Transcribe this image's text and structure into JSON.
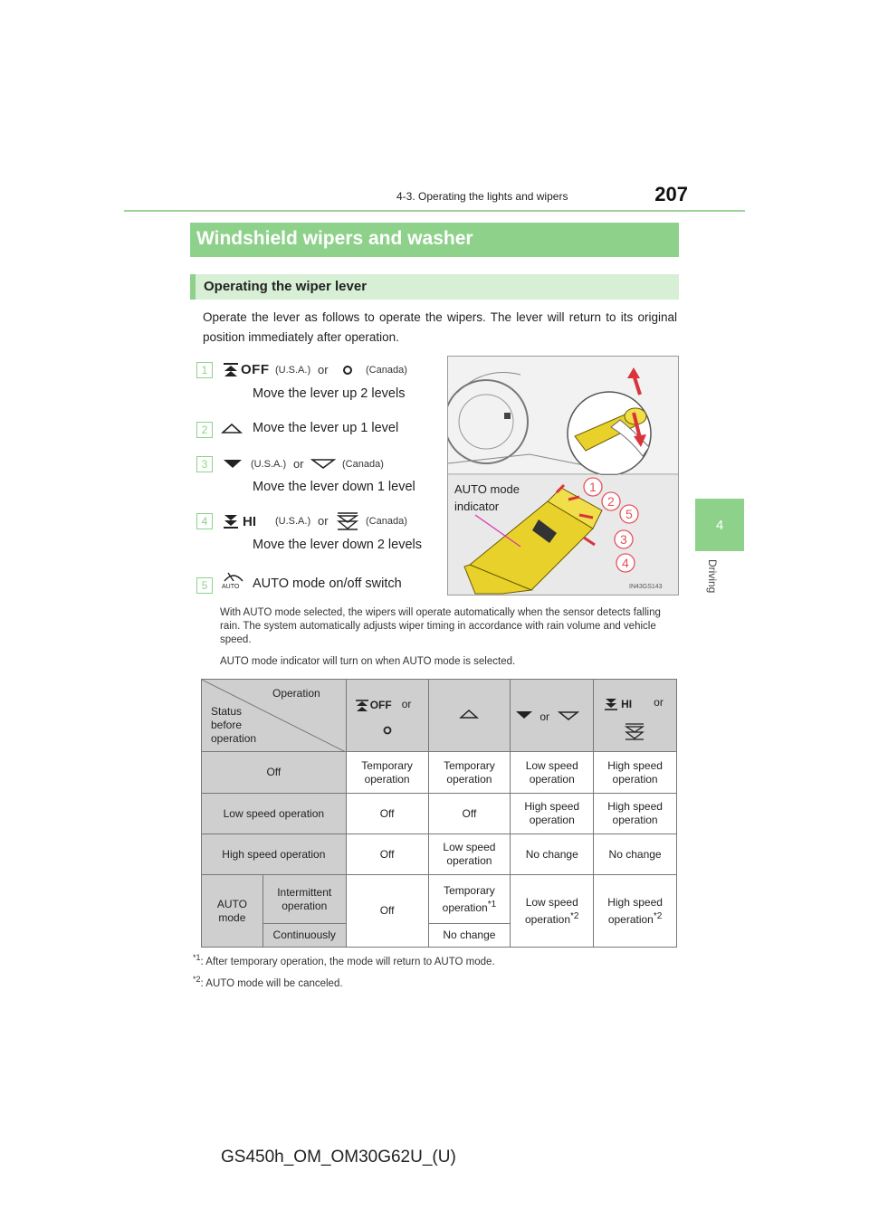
{
  "header": {
    "section": "4-3. Operating the lights and wipers",
    "page_number": "207"
  },
  "side_tab": {
    "number": "4",
    "label": "Driving"
  },
  "title": "Windshield wipers and washer",
  "subtitle": "Operating the wiper lever",
  "intro": "Operate the lever as follows to operate the wipers. The lever will return to its original position immediately after operation.",
  "items": [
    {
      "num": "1",
      "usa_label": "OFF",
      "usa": "(U.S.A.)",
      "or": "or",
      "canada": "(Canada)",
      "text": "Move the lever up 2 levels"
    },
    {
      "num": "2",
      "text": "Move the lever up 1 level"
    },
    {
      "num": "3",
      "usa": "(U.S.A.)",
      "or": "or",
      "canada": "(Canada)",
      "text": "Move the lever down 1 level"
    },
    {
      "num": "4",
      "usa_label": "HI",
      "usa": "(U.S.A.)",
      "or": "or",
      "canada": "(Canada)",
      "text": "Move the lever down 2 levels"
    },
    {
      "num": "5",
      "icon_label": "AUTO",
      "text": "AUTO mode on/off switch"
    }
  ],
  "illustration": {
    "label": "AUTO mode indicator",
    "code": "IN43GS143",
    "callouts": [
      "1",
      "2",
      "5",
      "3",
      "4"
    ]
  },
  "notes": [
    "With AUTO mode selected, the wipers will operate automatically when the sensor detects falling rain. The system automatically adjusts wiper timing in accordance with rain volume and vehicle speed.",
    "AUTO mode indicator will turn on when AUTO mode is selected."
  ],
  "table": {
    "corner_operation": "Operation",
    "corner_status": "Status before operation",
    "col1": {
      "label": "OFF",
      "or": "or"
    },
    "col3": {
      "or": "or"
    },
    "col4": {
      "label": "HI",
      "or": "or"
    },
    "rows": [
      {
        "status": "Off",
        "c1": "Temporary operation",
        "c2": "Temporary operation",
        "c3": "Low speed operation",
        "c4": "High speed operation"
      },
      {
        "status": "Low speed operation",
        "c1": "Off",
        "c2": "Off",
        "c3": "High speed operation",
        "c4": "High speed operation"
      },
      {
        "status": "High speed operation",
        "c1": "Off",
        "c2": "Low speed operation",
        "c3": "No change",
        "c4": "No change"
      }
    ],
    "auto": {
      "label": "AUTO mode",
      "intermittent": "Intermittent operation",
      "continuously": "Continuously",
      "c1": "Off",
      "c2_intermittent": "Temporary operation",
      "c2_intermittent_mark": "*1",
      "c2_continuously": "No change",
      "c3": "Low speed operation",
      "c3_mark": "*2",
      "c4": "High speed operation",
      "c4_mark": "*2"
    }
  },
  "footnotes": [
    {
      "mark": "*1",
      "text": ": After temporary operation, the mode will return to AUTO mode."
    },
    {
      "mark": "*2",
      "text": ": AUTO mode will be canceled."
    }
  ],
  "footer": "GS450h_OM_OM30G62U_(U)"
}
